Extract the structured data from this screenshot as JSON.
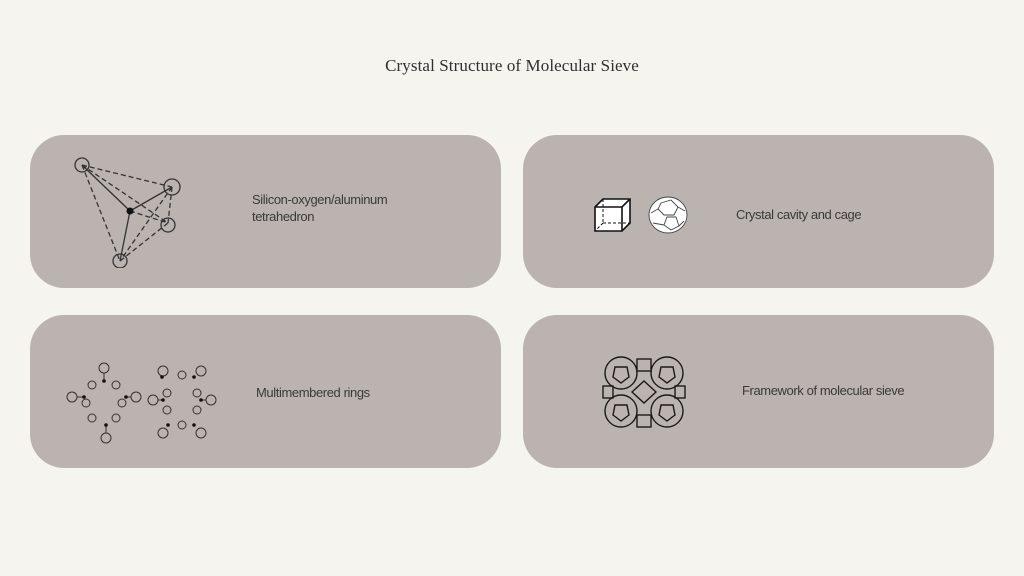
{
  "page": {
    "title": "Crystal Structure of Molecular Sieve"
  },
  "cards": [
    {
      "label_line1": "Silicon-oxygen/aluminum",
      "label_line2": "tetrahedron",
      "icon": "tetrahedron-icon"
    },
    {
      "label": "Crystal cavity and cage",
      "icon": "cube-and-cage-icon"
    },
    {
      "label": "Multimembered rings",
      "icon": "rings-icon"
    },
    {
      "label": "Framework of molecular sieve",
      "icon": "framework-icon"
    }
  ],
  "colors": {
    "background": "#f5f4ef",
    "card": "#bab3af",
    "text": "#3a3a3a"
  }
}
